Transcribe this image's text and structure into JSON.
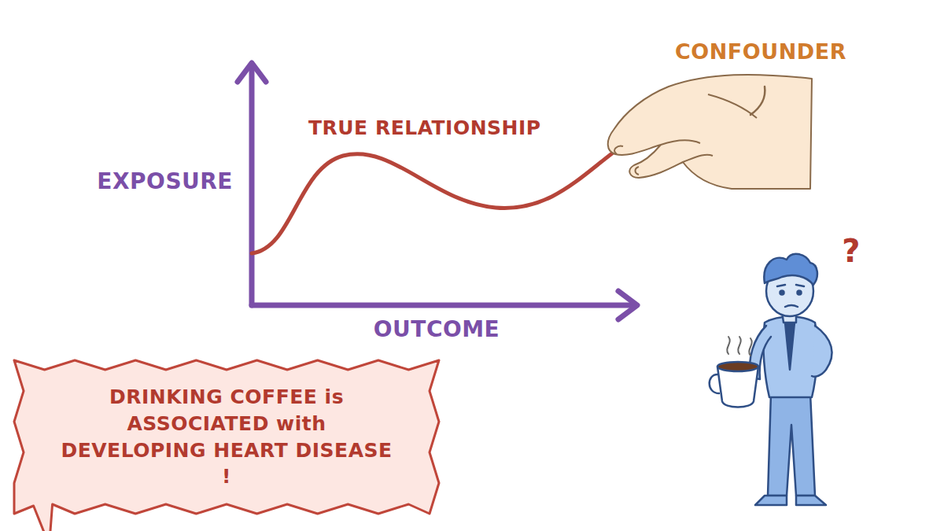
{
  "diagram": {
    "nodes": [
      {
        "text": [
          "DRINKING COFFEE is ASSOCIATED with DEVELOPING HEART DISEASE !"
        ]
      }
    ],
    "labels": [
      "CONFOUNDER",
      "TRUE RELATIONSHIP",
      "EXPOSURE",
      "OUTCOME",
      "?"
    ]
  }
}
